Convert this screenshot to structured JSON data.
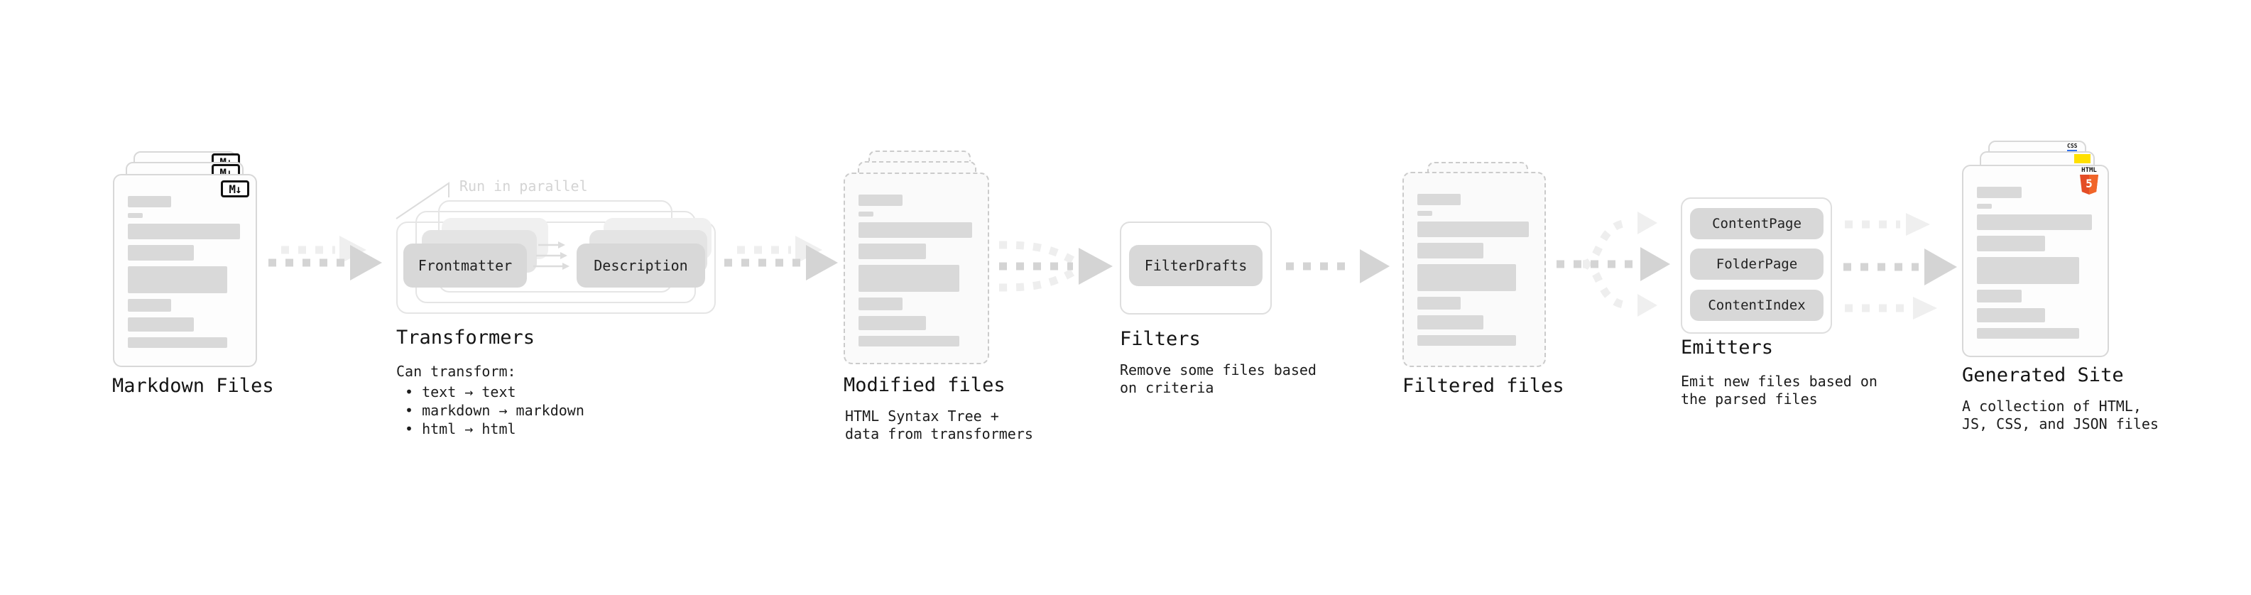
{
  "stages": {
    "markdown_files": {
      "label": "Markdown Files",
      "badge": "M↓"
    },
    "transformers": {
      "title": "Transformers",
      "note": "Run in parallel",
      "pills": [
        "Frontmatter",
        "Description"
      ],
      "desc_heading": "Can transform:",
      "bullets": [
        "• text → text",
        "• markdown → markdown",
        "• html → html"
      ]
    },
    "modified_files": {
      "title": "Modified files",
      "desc": [
        "HTML Syntax Tree +",
        "data from transformers"
      ]
    },
    "filters": {
      "title": "Filters",
      "pill": "FilterDrafts",
      "desc": [
        "Remove some files based",
        "on criteria"
      ]
    },
    "filtered_files": {
      "title": "Filtered files"
    },
    "emitters": {
      "title": "Emitters",
      "pills": [
        "ContentPage",
        "FolderPage",
        "ContentIndex"
      ],
      "desc": [
        "Emit new files based on",
        "the parsed files"
      ]
    },
    "generated_site": {
      "title": "Generated Site",
      "desc": [
        "A collection of HTML,",
        "JS, CSS, and JSON files"
      ],
      "badges": {
        "css": "CSS",
        "html_word": "HTML",
        "html5_number": "5"
      }
    }
  },
  "colors": {
    "html5_orange": "#e44d26",
    "html5_orange_light": "#f16529",
    "js_yellow": "#ffe000",
    "css_blue": "#2f6feb",
    "placeholder_gray": "#d9d9d9",
    "arrow_dark": "#d4d4d4",
    "arrow_light": "#efefef"
  }
}
